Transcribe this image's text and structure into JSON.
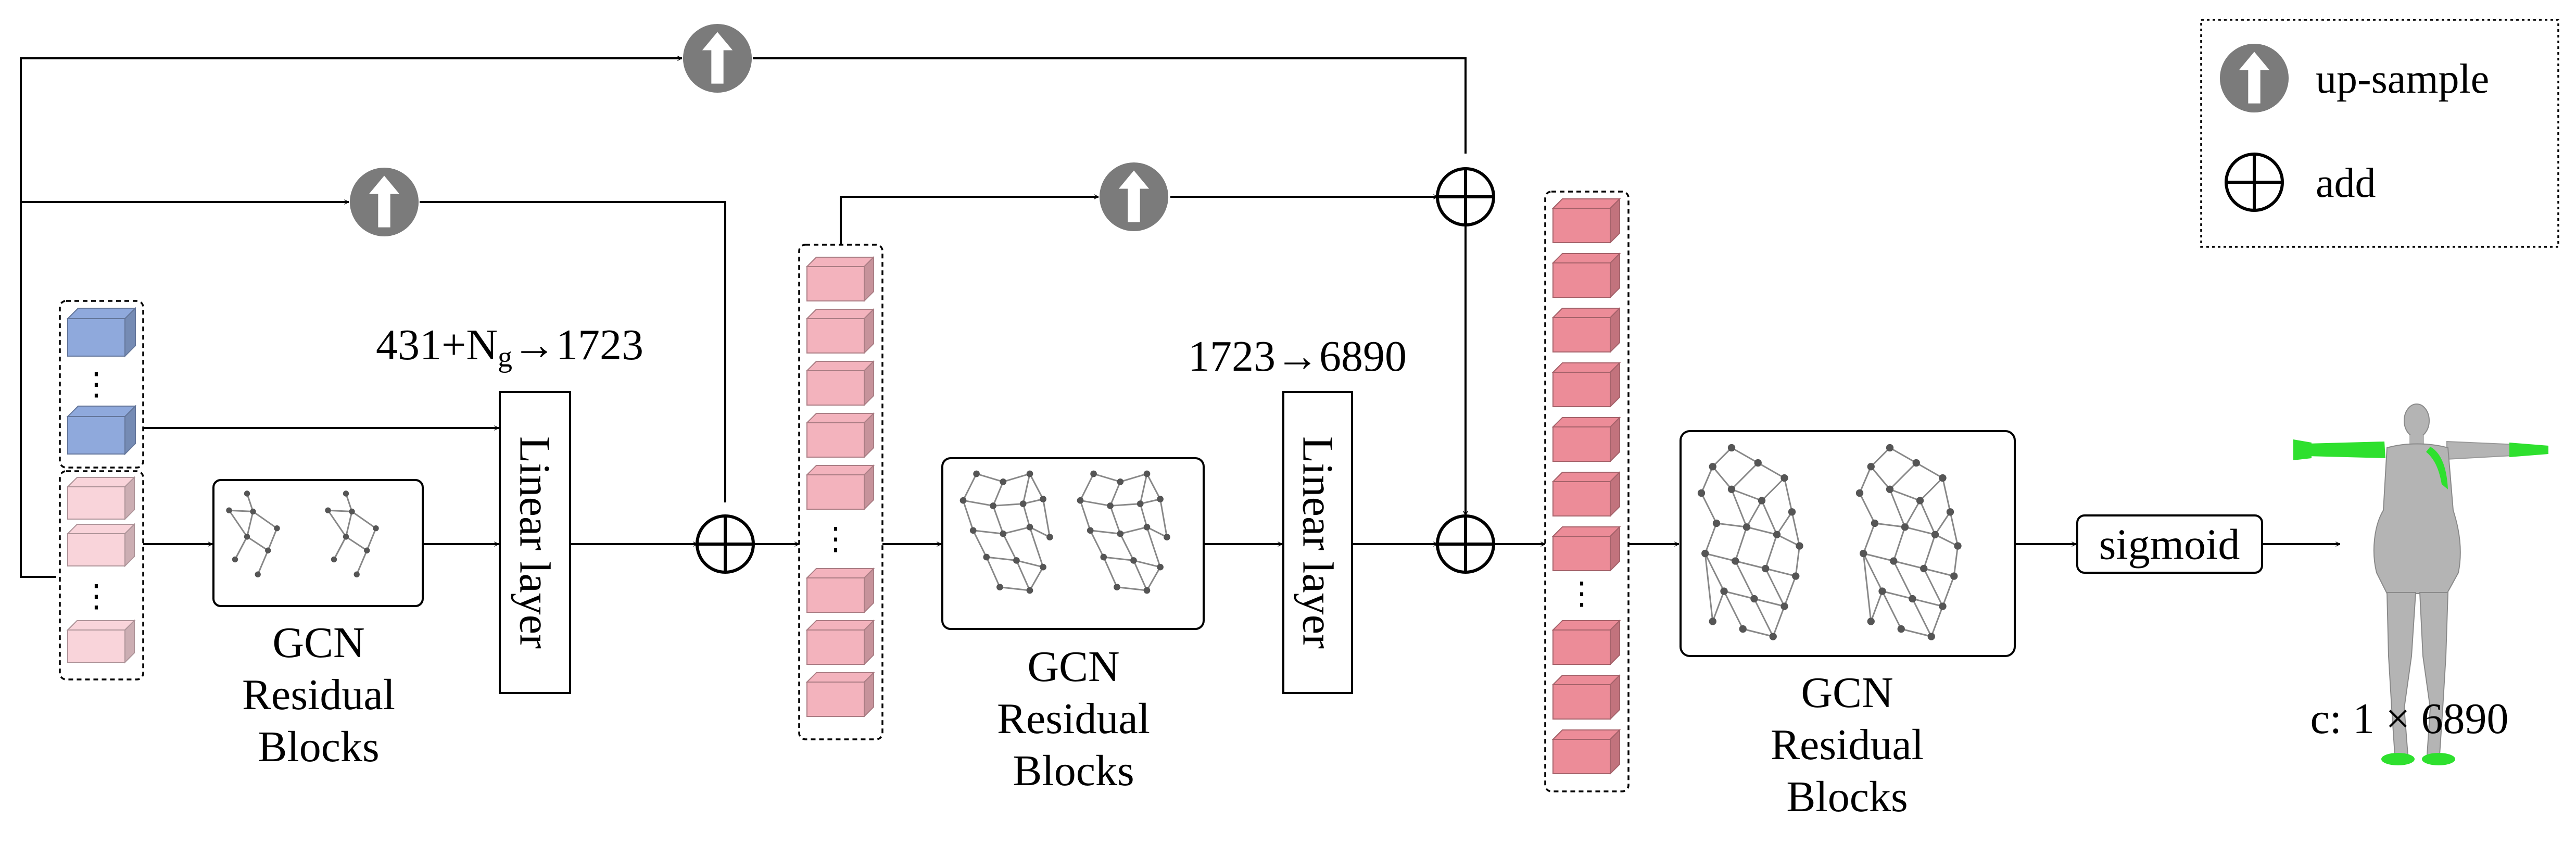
{
  "legend": {
    "upsample_icon": "up-arrow-circle-icon",
    "upsample_label": "up-sample",
    "add_icon": "circled-plus-icon",
    "add_label": "add"
  },
  "stage1": {
    "dims_base": "431+N",
    "dims_sub": "g",
    "dims_tail": "→1723",
    "linear_label": "Linear layer",
    "gcn_title": "GCN",
    "gcn_sub1": "Residual",
    "gcn_sub2": "Blocks"
  },
  "stage2": {
    "dims": "1723→6890",
    "linear_label": "Linear layer",
    "gcn_title": "GCN",
    "gcn_sub1": "Residual",
    "gcn_sub2": "Blocks"
  },
  "stage3": {
    "gcn_title": "GCN",
    "gcn_sub1": "Residual",
    "gcn_sub2": "Blocks",
    "activation": "sigmoid"
  },
  "stacks": {
    "ellipsis": "⋮"
  },
  "output": {
    "label": "c: 1 × 6890",
    "figure_icon": "human-body-mesh-icon"
  },
  "colors": {
    "blue_feature": "#8fa9dc",
    "light_pink_feature": "#f9d4da",
    "pink_feature": "#f3b3bd",
    "red_feature": "#ec8c98",
    "circle_gray": "#7b7b7b",
    "graph_node": "#555555",
    "graph_edge": "#888888",
    "body_gray": "#b4b4b4",
    "highlight_green": "#2ee02e"
  }
}
